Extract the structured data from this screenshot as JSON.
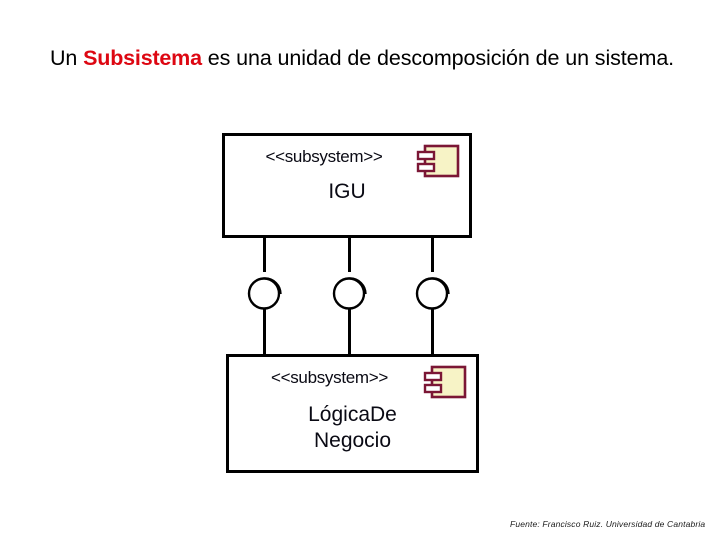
{
  "slide": {
    "background_color": "#FFFFFF",
    "title": {
      "prefix": "Un ",
      "keyword": "Subsistema",
      "keyword_color": "#DD0712",
      "suffix": " es una unidad de descomposición de un sistema."
    },
    "footer": "Fuente: Francisco Ruiz. Universidad de  Cantabria"
  },
  "diagram": {
    "type": "uml-component-diagram",
    "line_color": "#000000",
    "component_icon": {
      "name": "uml-component-icon",
      "stroke_color": "#7B1635",
      "fill_color": "#F7F3C6"
    },
    "nodes": [
      {
        "id": "igu",
        "stereotype": "<<subsystem>>",
        "name": "IGU",
        "name_lines": [
          "IGU"
        ]
      },
      {
        "id": "logica-de-negocio",
        "stereotype": "<<subsystem>>",
        "name": "LógicaDe Negocio",
        "name_lines": [
          "LógicaDe",
          "Negocio"
        ]
      }
    ],
    "connectors": [
      {
        "id": "connector-1",
        "kind": "assembly-connector",
        "from": "igu",
        "to": "logica-de-negocio"
      },
      {
        "id": "connector-2",
        "kind": "assembly-connector",
        "from": "igu",
        "to": "logica-de-negocio"
      },
      {
        "id": "connector-3",
        "kind": "assembly-connector",
        "from": "igu",
        "to": "logica-de-negocio"
      }
    ]
  }
}
